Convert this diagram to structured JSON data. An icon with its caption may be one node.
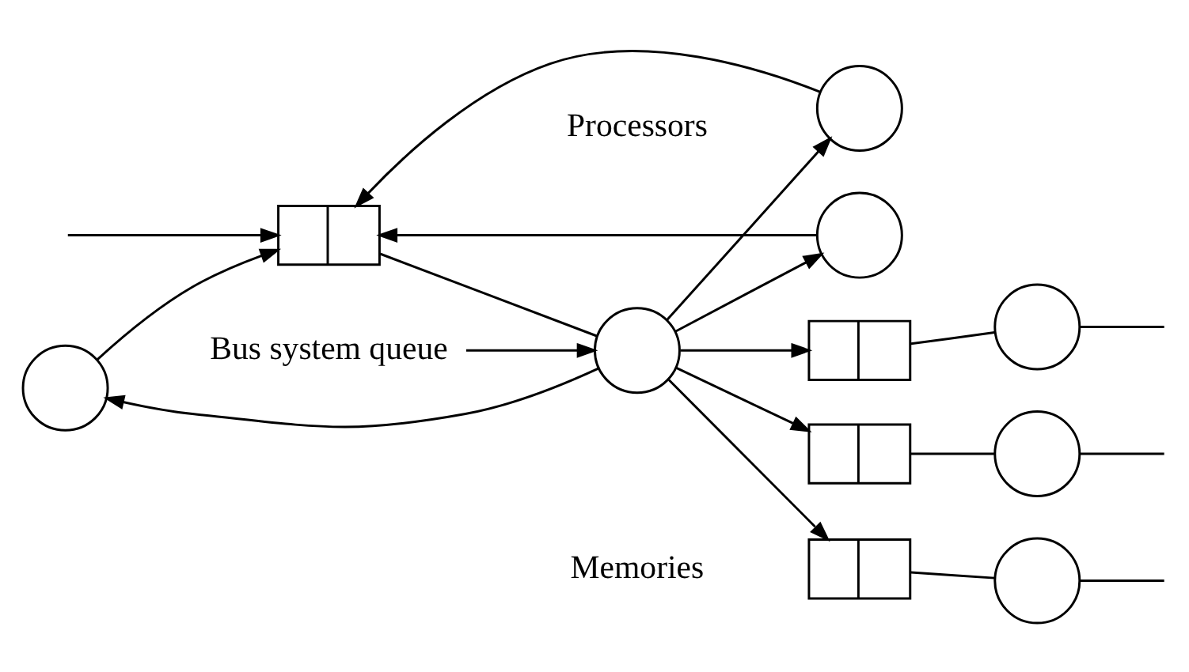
{
  "diagram": {
    "nodes": [
      {
        "text": [],
        "shape": "circle"
      },
      {
        "text": [],
        "shape": "circle"
      },
      {
        "text": [],
        "shape": "circle"
      },
      {
        "text": [],
        "shape": "box"
      },
      {
        "text": [],
        "shape": "circle"
      },
      {
        "text": [],
        "shape": "box"
      },
      {
        "text": [],
        "shape": "circle"
      },
      {
        "text": [],
        "shape": "box"
      },
      {
        "text": [],
        "shape": "circle"
      },
      {
        "text": [
          "Bus system queue"
        ]
      },
      {
        "text": [],
        "shape": "box"
      },
      {
        "text": [],
        "shape": "circle"
      }
    ],
    "edges": [
      {
        "from": 8,
        "to": 0,
        "arrow": "to"
      },
      {
        "from": 8,
        "to": 1,
        "arrow": "to"
      },
      {
        "from": 8,
        "to": 2,
        "arrow": "to"
      },
      {
        "from": 0,
        "to": 7,
        "arrow": "to"
      },
      {
        "from": 1,
        "to": 7,
        "arrow": "to"
      },
      {
        "from": 2,
        "to": 7,
        "arrow": "to"
      },
      {
        "from": 7,
        "to": 8,
        "arrow": "none"
      },
      {
        "from": 8,
        "to": 3,
        "arrow": "to"
      },
      {
        "from": 8,
        "to": 5,
        "arrow": "to"
      },
      {
        "from": 8,
        "to": 10,
        "arrow": "to"
      },
      {
        "from": 3,
        "to": 4,
        "arrow": "none"
      },
      {
        "from": 5,
        "to": 6,
        "arrow": "none"
      },
      {
        "from": 10,
        "to": 11,
        "arrow": "none"
      },
      {
        "from": 4,
        "to": null,
        "arrow": "none"
      },
      {
        "from": 6,
        "to": null,
        "arrow": "none"
      },
      {
        "from": 11,
        "to": null,
        "arrow": "none"
      },
      {
        "from": null,
        "to": 7,
        "arrow": "to"
      },
      {
        "from": 9,
        "to": 8,
        "arrow": "to"
      }
    ],
    "labels": [
      "Processors",
      "Memories"
    ]
  }
}
